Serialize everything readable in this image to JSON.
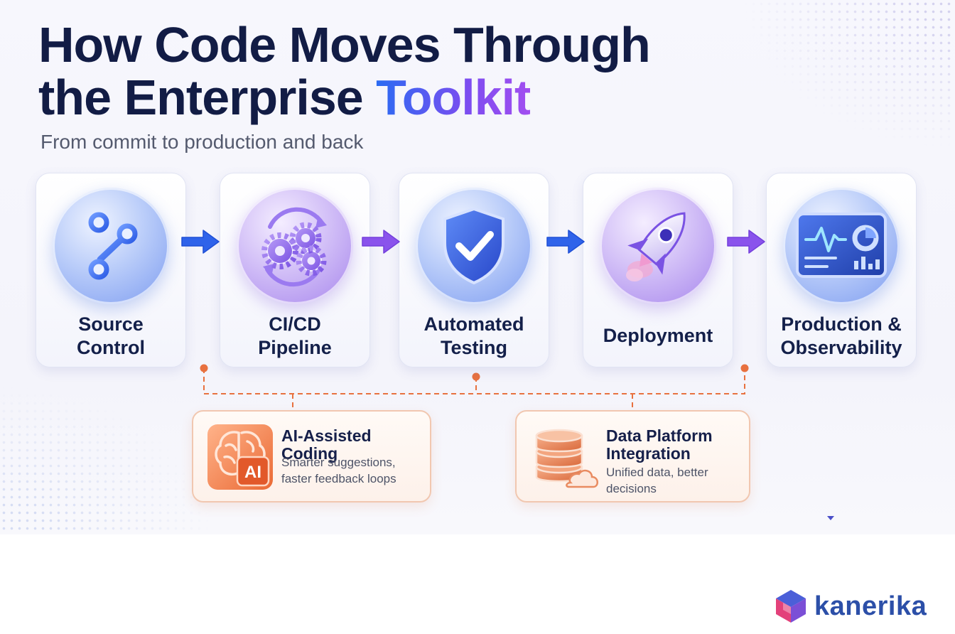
{
  "title": {
    "line1": "How Code Moves Through",
    "line2_prefix": "the Enterprise ",
    "line2_highlight": "Toolkit"
  },
  "subtitle": "From commit to production and back",
  "stages": [
    {
      "icon": "git-branch-icon",
      "label_lines": [
        "Source",
        "Control"
      ]
    },
    {
      "icon": "gears-cycle-icon",
      "label_lines": [
        "CI/CD",
        "Pipeline"
      ]
    },
    {
      "icon": "shield-check-icon",
      "label_lines": [
        "Automated",
        "Testing"
      ]
    },
    {
      "icon": "rocket-icon",
      "label_lines": [
        "Deployment"
      ]
    },
    {
      "icon": "dashboard-monitor-icon",
      "label_lines": [
        "Production &",
        "Observability"
      ]
    }
  ],
  "features": [
    {
      "icon": "ai-brain-icon",
      "badge": "AI",
      "title_lines": [
        "AI-Assisted Coding"
      ],
      "desc_lines": [
        "Smarter suggestions,",
        "faster feedback loops"
      ]
    },
    {
      "icon": "database-cloud-icon",
      "title_lines": [
        "Data Platform",
        "Integration"
      ],
      "desc_lines": [
        "Unified data, better",
        "decisions"
      ]
    }
  ],
  "brand": {
    "name": "kanerika",
    "icon": "kanerika-cube-logo"
  },
  "colors": {
    "navy": "#121c45",
    "blue": "#2f63ea",
    "purple": "#8a53ec",
    "orange": "#e8713f",
    "orange_border": "#f1c7b0"
  }
}
